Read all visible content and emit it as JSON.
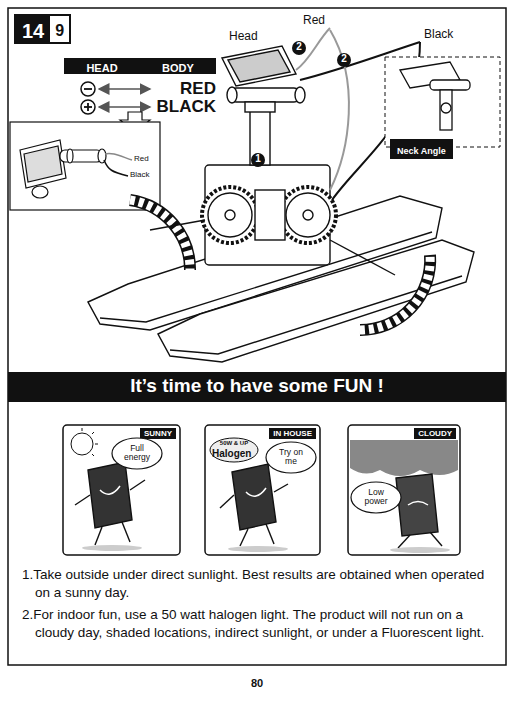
{
  "diagram": {
    "title": "It’s time to have some FUN !",
    "nodes": [
      {
        "text": [
          "14",
          "9"
        ]
      },
      {
        "text": [
          "HEAD"
        ]
      },
      {
        "text": [
          "BODY"
        ]
      },
      {
        "text": [
          "Neck Angle"
        ]
      },
      {
        "text": [
          "SUNNY"
        ]
      },
      {
        "text": [
          "Full energy"
        ],
        "in": 4
      },
      {
        "text": [
          "IN HOUSE"
        ]
      },
      {
        "text": [
          "Try on me"
        ],
        "in": 6
      },
      {
        "text": [
          "CLOUDY"
        ]
      },
      {
        "text": [
          "Low power"
        ],
        "in": 8
      }
    ],
    "labels": [
      "Head",
      "Red",
      "Black",
      "2",
      "2",
      "1",
      "RED",
      "BLACK",
      "Red",
      "Black",
      "50W & UP",
      "Halogen",
      "1.Take outside under direct sunlight. Best results are obtained when operated on a sunny day.",
      "2.For indoor fun, use a 50 watt halogen light. The product will not run on a cloudy day, shaded locations, indirect sunlight, or under a Fluorescent light.",
      "80"
    ]
  }
}
